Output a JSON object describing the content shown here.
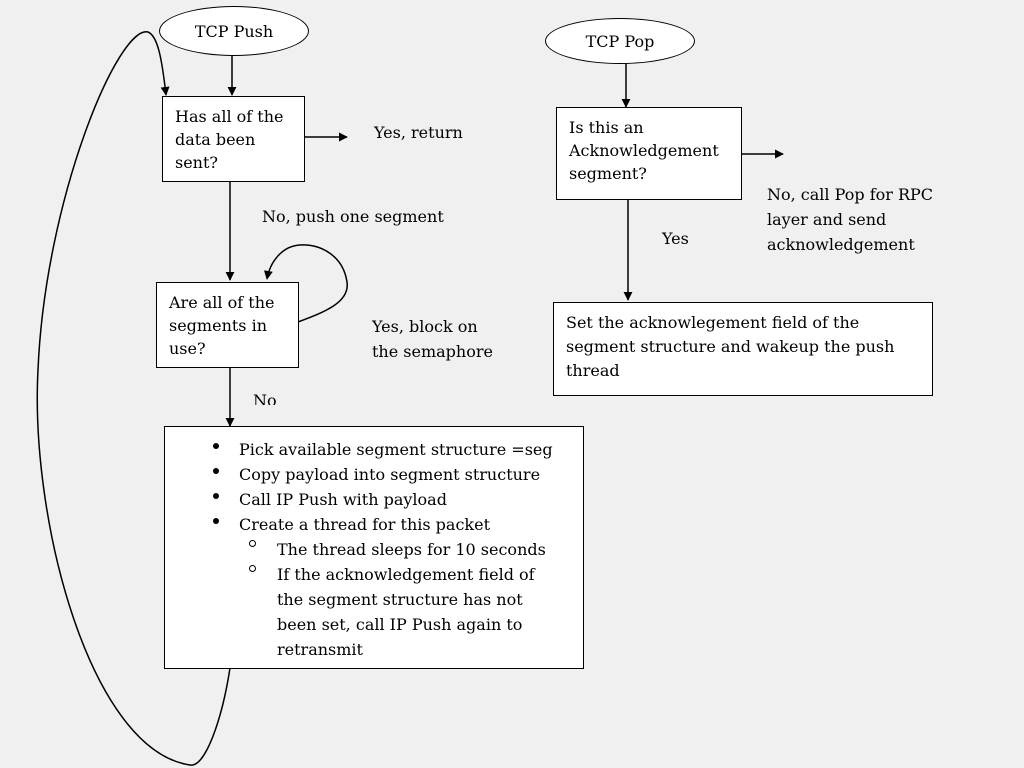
{
  "push_flow": {
    "start": "TCP Push",
    "check_sent": [
      "Has all of the",
      "data been",
      "sent?"
    ],
    "yes_return": "Yes, return",
    "no_push": "No, push one segment",
    "check_segments": [
      "Are all of the",
      "segments in",
      "use?"
    ],
    "yes_block": [
      "Yes, block on",
      "the semaphore"
    ],
    "no_label": "No",
    "action_steps": [
      "Pick available segment structure =seg",
      "Copy payload into segment structure",
      "Call IP Push with payload",
      "Create a thread for this packet"
    ],
    "thread_steps": [
      "The thread sleeps for 10 seconds",
      "If the acknowledgement field of the segment structure has not been set, call IP Push again to retransmit"
    ]
  },
  "pop_flow": {
    "start": "TCP Pop",
    "check_ack": [
      "Is this an",
      "Acknowledgement",
      "segment?"
    ],
    "no_call_pop": [
      "No, call Pop for RPC",
      "layer and send",
      "acknowledgement"
    ],
    "yes_label": "Yes",
    "set_ack": [
      "Set the acknowlegement field of the",
      "segment structure and wakeup the push",
      "thread"
    ]
  }
}
